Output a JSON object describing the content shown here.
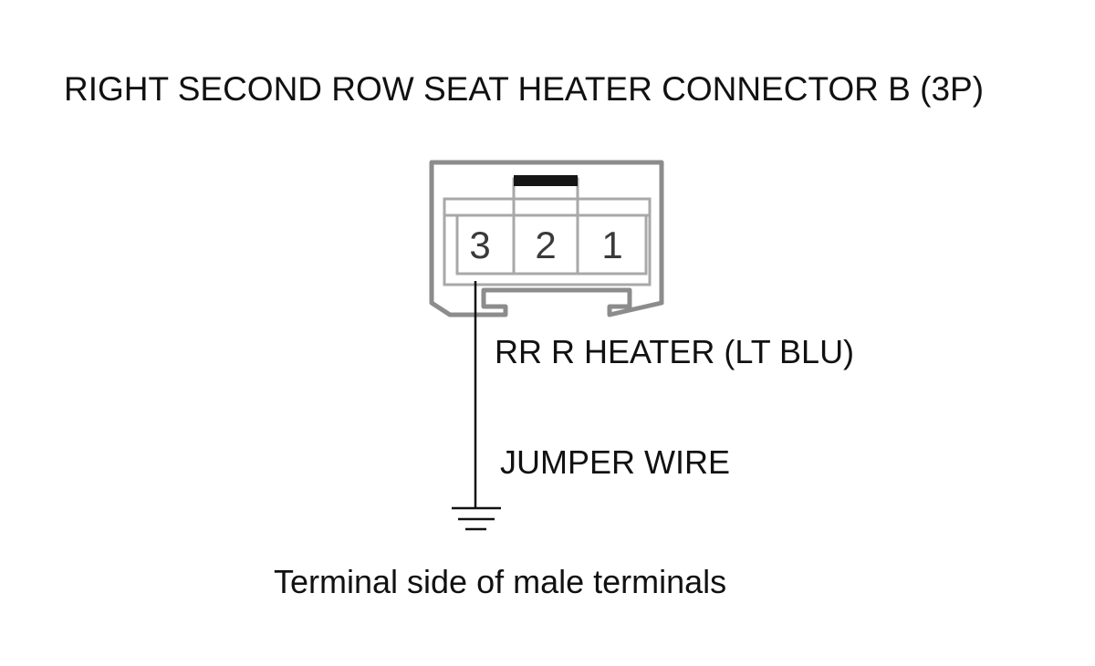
{
  "title": "RIGHT SECOND ROW SEAT HEATER CONNECTOR B (3P)",
  "connector": {
    "pins": [
      "3",
      "2",
      "1"
    ]
  },
  "wire_label": "RR R HEATER (LT BLU)",
  "jumper_label": "JUMPER WIRE",
  "footer": "Terminal side of male terminals"
}
